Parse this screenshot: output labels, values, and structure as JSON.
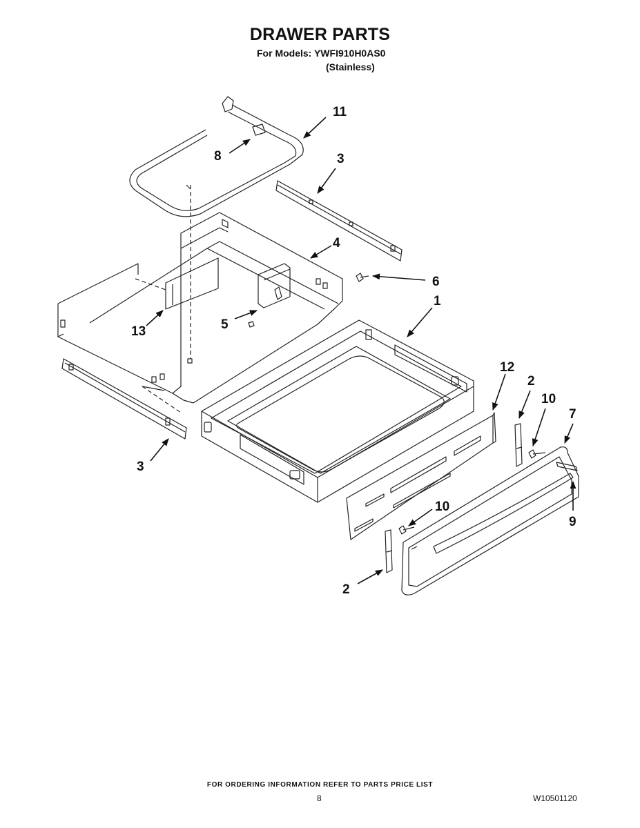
{
  "header": {
    "title": "DRAWER PARTS",
    "models_line": "For Models: YWFI910H0AS0",
    "finish_line": "(Stainless)"
  },
  "callouts": [
    "11",
    "8",
    "3",
    "4",
    "6",
    "1",
    "13",
    "5",
    "12",
    "2",
    "10",
    "7",
    "3",
    "10",
    "9",
    "2"
  ],
  "footer": {
    "ordering_note": "FOR ORDERING INFORMATION REFER TO PARTS PRICE LIST",
    "page_number": "8",
    "document_number": "W10501120"
  }
}
